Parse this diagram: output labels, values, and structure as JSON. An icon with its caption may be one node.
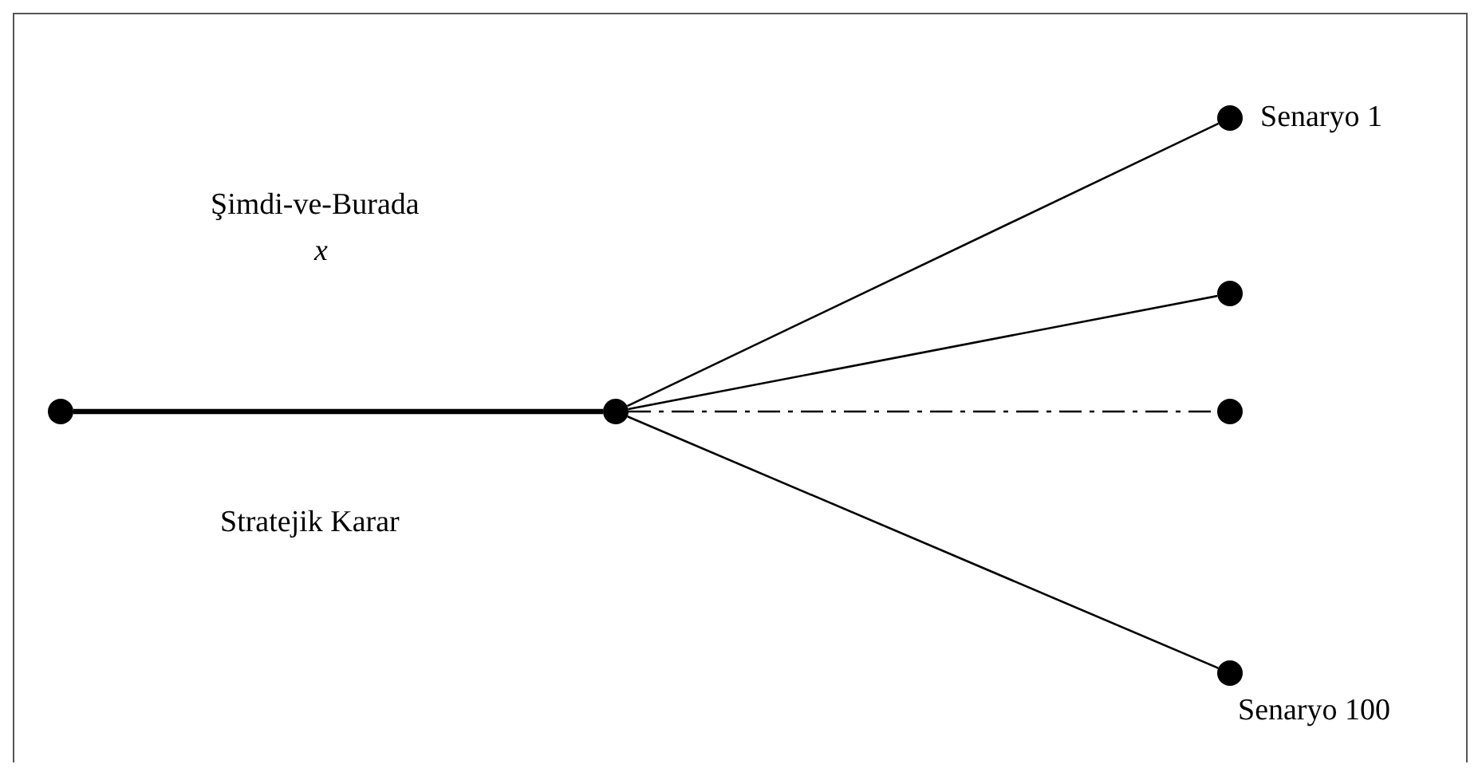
{
  "diagram": {
    "nodes": [
      {
        "text": [],
        "shape": "circle"
      },
      {
        "text": [],
        "shape": "circle"
      },
      {
        "text": [],
        "shape": "circle",
        "beside": [
          "Senaryo 1"
        ]
      },
      {
        "text": [],
        "shape": "circle"
      },
      {
        "text": [],
        "shape": "circle"
      },
      {
        "text": [],
        "shape": "circle",
        "beside": [
          "Senaryo 100"
        ]
      }
    ],
    "edges": [
      {
        "from": 0,
        "to": 1,
        "arrow": "none",
        "style": "thick"
      },
      {
        "from": 1,
        "to": 2,
        "arrow": "none"
      },
      {
        "from": 1,
        "to": 3,
        "arrow": "none"
      },
      {
        "from": 1,
        "to": 4,
        "arrow": "none",
        "style": "dashed"
      },
      {
        "from": 1,
        "to": 5,
        "arrow": "none"
      }
    ],
    "labels": [
      "Şimdi-ve-Burada",
      "x",
      "Stratejik Karar"
    ]
  }
}
